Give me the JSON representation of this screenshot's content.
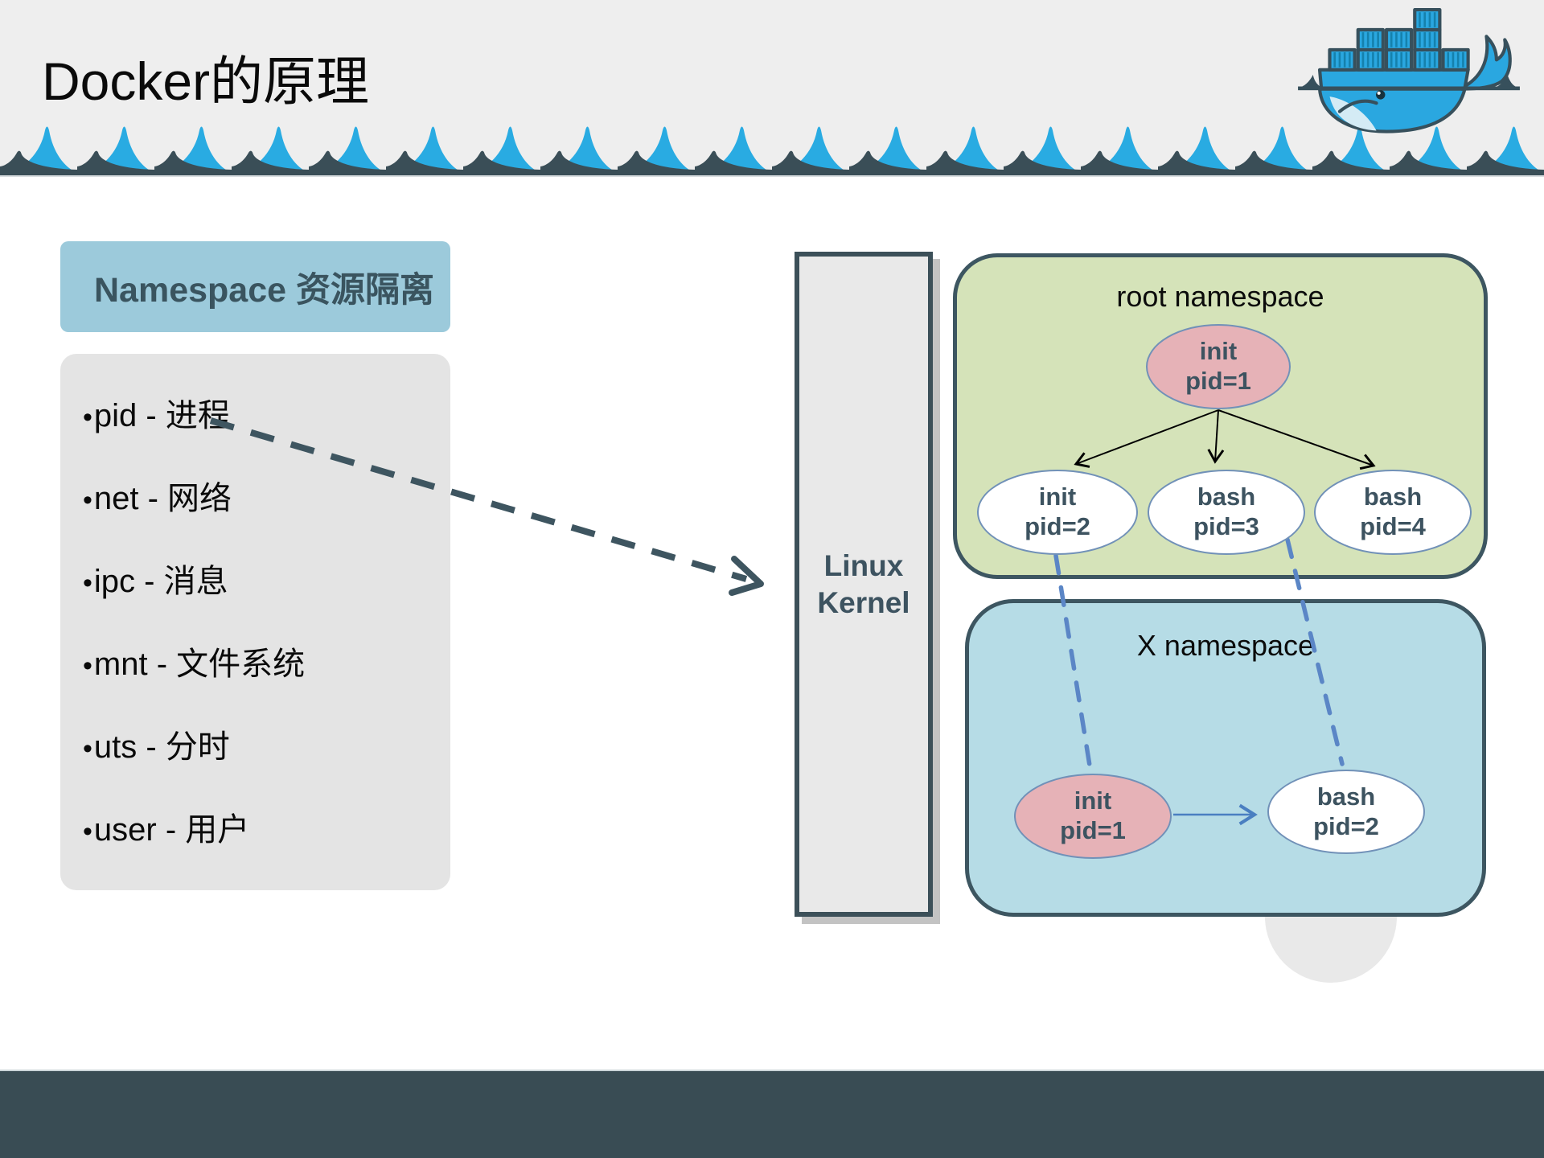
{
  "slide": {
    "title": "Docker的原理"
  },
  "left_panel": {
    "header": "Namespace 资源隔离",
    "bullet_char": "•",
    "items": [
      {
        "label": "pid - 进程"
      },
      {
        "label": "net - 网络"
      },
      {
        "label": "ipc - 消息"
      },
      {
        "label": "mnt - 文件系统"
      },
      {
        "label": "uts - 分时"
      },
      {
        "label": "user - 用户"
      }
    ]
  },
  "diagram": {
    "kernel": {
      "line1": "Linux",
      "line2": "Kernel"
    },
    "root_namespace": {
      "title": "root namespace",
      "nodes": [
        {
          "name": "init",
          "pid": "pid=1"
        },
        {
          "name": "init",
          "pid": "pid=2"
        },
        {
          "name": "bash",
          "pid": "pid=3"
        },
        {
          "name": "bash",
          "pid": "pid=4"
        }
      ]
    },
    "x_namespace": {
      "title": "X namespace",
      "nodes": [
        {
          "name": "init",
          "pid": "pid=1"
        },
        {
          "name": "bash",
          "pid": "pid=2"
        }
      ]
    }
  },
  "icons": {
    "logo": "docker-whale-logo"
  },
  "colors": {
    "wave_blue": "#29abe2",
    "wave_dark": "#3a4e57",
    "footer": "#394c54",
    "panel_header_blue": "#9ccadb",
    "panel_gray": "#e4e4e4",
    "kernel_gray": "#e9e9e9",
    "root_green": "#d5e3b9",
    "x_blue": "#b6dce6",
    "node_pink": "#e6b2b7",
    "node_text": "#3d5360",
    "dash_blue": "#5b86c6"
  }
}
